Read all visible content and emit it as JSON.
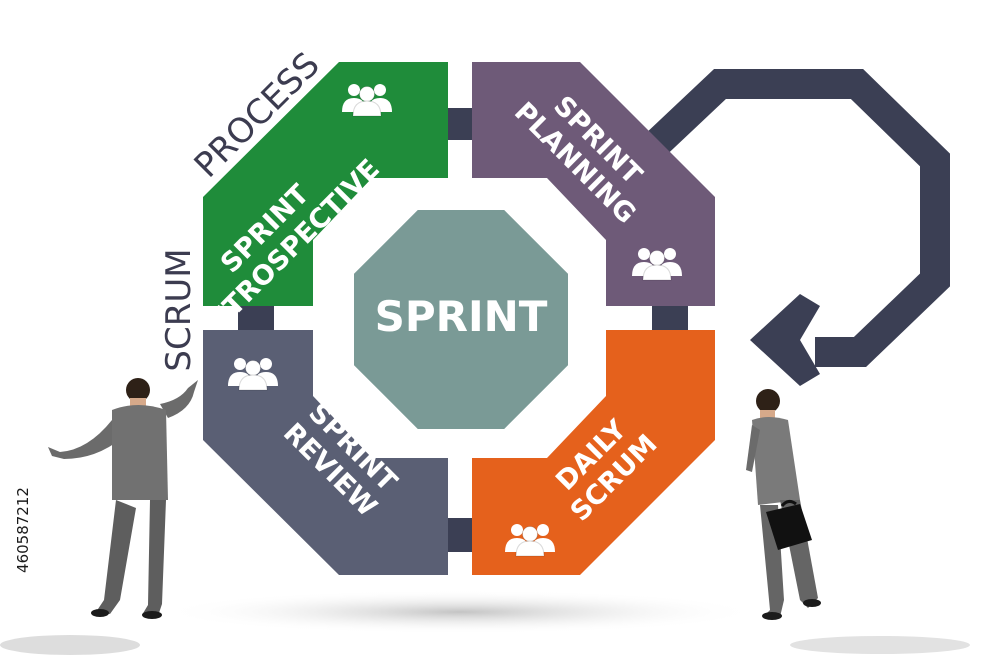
{
  "diagram": {
    "side_labels": {
      "top": "PROCESS",
      "left": "SCRUM"
    },
    "center": {
      "label": "SPRINT",
      "color": "#7a9a96"
    },
    "segments": [
      {
        "id": "retrospective",
        "line1": "SPRINT",
        "line2": "RETROSPECTIVE",
        "color": "#1f8c3a",
        "icon": "team-icon"
      },
      {
        "id": "planning",
        "line1": "SPRINT",
        "line2": "PLANNING",
        "color": "#6e5a78",
        "icon": "team-icon"
      },
      {
        "id": "review",
        "line1": "SPRINT",
        "line2": "REVIEW",
        "color": "#5a5f74",
        "icon": "team-icon"
      },
      {
        "id": "daily",
        "line1": "DAILY",
        "line2": "SCRUM",
        "color": "#e5611c",
        "icon": "team-icon"
      }
    ],
    "connector_color": "#3b3f54",
    "cycle_arrow_color": "#3b3f54"
  },
  "watermark": {
    "stock_id": "460587212"
  }
}
